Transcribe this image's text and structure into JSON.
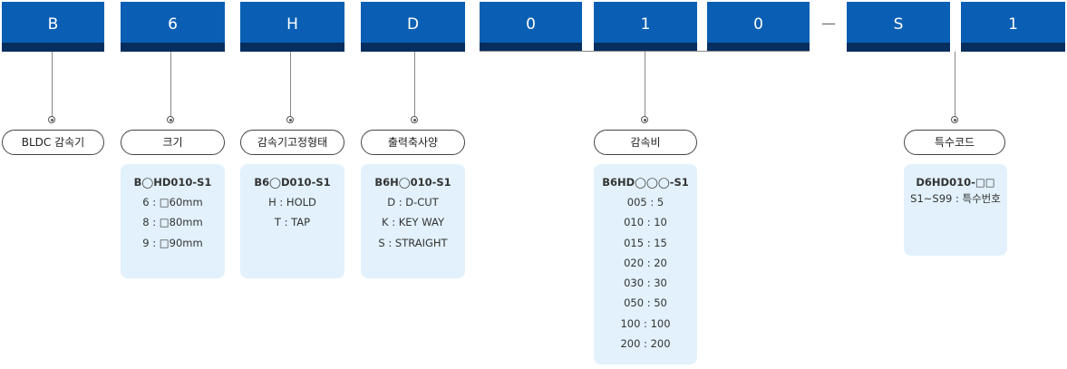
{
  "codes": [
    "B",
    "6",
    "H",
    "D",
    "0",
    "1",
    "0",
    "S",
    "1"
  ],
  "dash": "—",
  "labels": {
    "bldc": "BLDC 감속기",
    "size": "크기",
    "mount": "감속기고정형태",
    "shaft": "출력축사양",
    "ratio": "감속비",
    "special": "특수코드"
  },
  "size_box": {
    "header": "B◯HD010-S1",
    "rows": [
      "6 : □60mm",
      "8 : □80mm",
      "9 : □90mm"
    ]
  },
  "mount_box": {
    "header": "B6◯D010-S1",
    "rows": [
      "H : HOLD",
      "T : TAP"
    ]
  },
  "shaft_box": {
    "header": "B6H◯010-S1",
    "rows": [
      "D : D-CUT",
      "K : KEY WAY",
      "S : STRAIGHT"
    ]
  },
  "ratio_box": {
    "header": "B6HD◯◯◯-S1",
    "rows": [
      "005 : 5",
      "010 : 10",
      "015 : 15",
      "020 : 20",
      "030 : 30",
      "050 : 50",
      "100 : 100",
      "200 : 200"
    ]
  },
  "special_box": {
    "header": "D6HD010-□□",
    "rows": [
      "S1~S99 : 특수번호"
    ]
  }
}
